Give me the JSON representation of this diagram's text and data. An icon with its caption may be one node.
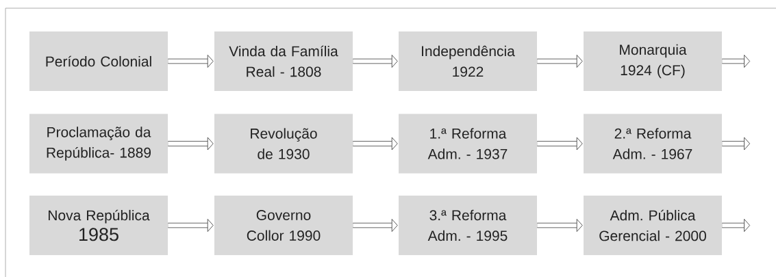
{
  "diagram": {
    "nodes": [
      {
        "text": [
          "Período Colonial"
        ]
      },
      {
        "text": [
          "Vinda da Família Real - 1808"
        ]
      },
      {
        "text": [
          "Independência 1922"
        ]
      },
      {
        "text": [
          "Monarquia 1924 (CF)"
        ]
      },
      {
        "text": [
          "Proclamação da República- 1889"
        ]
      },
      {
        "text": [
          "Revolução de 1930"
        ]
      },
      {
        "text": [
          "1.ª Reforma Adm. - 1937"
        ]
      },
      {
        "text": [
          "2.ª Reforma Adm. - 1967"
        ]
      },
      {
        "text": [
          "Nova República",
          "1985"
        ]
      },
      {
        "text": [
          "Governo Collor 1990"
        ]
      },
      {
        "text": [
          "3.ª Reforma Adm. - 1995"
        ]
      },
      {
        "text": [
          "Adm. Pública Gerencial - 2000"
        ]
      }
    ],
    "edges": [
      {
        "from": 0,
        "to": 1,
        "arrow": "to"
      },
      {
        "from": 1,
        "to": 2,
        "arrow": "to"
      },
      {
        "from": 2,
        "to": 3,
        "arrow": "to"
      },
      {
        "from": 3,
        "to": null,
        "arrow": "to"
      },
      {
        "from": 4,
        "to": 5,
        "arrow": "to"
      },
      {
        "from": 5,
        "to": 6,
        "arrow": "to"
      },
      {
        "from": 6,
        "to": 7,
        "arrow": "to"
      },
      {
        "from": 7,
        "to": null,
        "arrow": "to"
      },
      {
        "from": 8,
        "to": 9,
        "arrow": "to"
      },
      {
        "from": 9,
        "to": 10,
        "arrow": "to"
      },
      {
        "from": 10,
        "to": 11,
        "arrow": "to"
      },
      {
        "from": 11,
        "to": null,
        "arrow": "to"
      }
    ]
  }
}
